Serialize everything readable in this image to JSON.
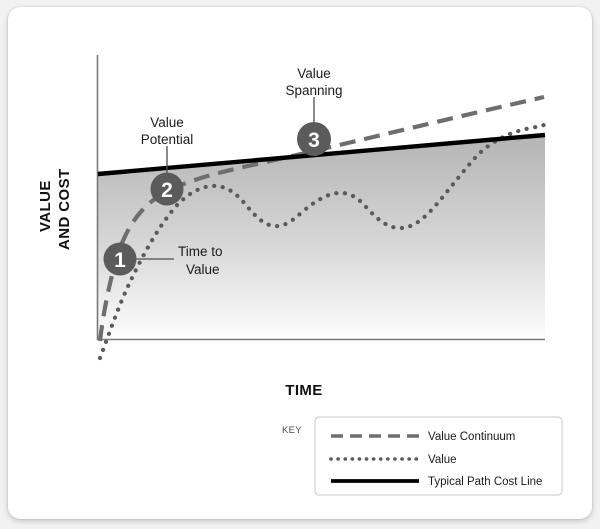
{
  "figure": {
    "axes": {
      "y_title_line1": "VALUE",
      "y_title_line2": "AND COST",
      "x_title": "TIME"
    },
    "callouts": [
      {
        "number": "1",
        "label_line1": "Time to",
        "label_line2": "Value"
      },
      {
        "number": "2",
        "label_line1": "Value",
        "label_line2": "Potential"
      },
      {
        "number": "3",
        "label_line1": "Value",
        "label_line2": "Spanning"
      }
    ],
    "legend": {
      "key_label": "KEY",
      "entries": [
        {
          "label": "Value Continuum",
          "style": "long-dashed",
          "color": "#6e6e6e"
        },
        {
          "label": "Value",
          "style": "dotted",
          "color": "#5a5a5a"
        },
        {
          "label": "Typical Path Cost Line",
          "style": "solid",
          "color": "#000000"
        }
      ]
    },
    "colors": {
      "card_background": "#ffffff",
      "page_background": "#f2f2f2",
      "axis": "#6a6a6a",
      "marker_circle": "#5b5b5b",
      "marker_text": "#ffffff",
      "value_continuum": "#6e6e6e",
      "value": "#5a5a5a",
      "cost_line": "#000000",
      "fill_top": "#b9b9b9",
      "fill_bottom": "#ffffff"
    }
  },
  "chart_data": {
    "type": "line",
    "title": "",
    "subtitle": "",
    "xlabel": "TIME",
    "ylabel": "VALUE AND COST",
    "xlim": [
      0,
      100
    ],
    "ylim": [
      0,
      100
    ],
    "grid": false,
    "legend_position": "bottom-right",
    "annotations": [
      {
        "id": "1",
        "text": "Time to Value",
        "x": 6,
        "y": 36,
        "note": "marker on Value Continuum where value begins to accrue"
      },
      {
        "id": "2",
        "text": "Value Potential",
        "x": 22,
        "y": 64,
        "note": "marker on Value Continuum upper bound"
      },
      {
        "id": "3",
        "text": "Value Spanning",
        "x": 50,
        "y": 91,
        "note": "marker on Value Continuum further along time"
      }
    ],
    "series": [
      {
        "name": "Value Continuum",
        "style": "long-dashed",
        "color": "#6e6e6e",
        "x": [
          0,
          4,
          8,
          13,
          18,
          24,
          30,
          38,
          46,
          55,
          64,
          73,
          82,
          91,
          100
        ],
        "y": [
          8,
          26,
          41,
          54,
          63,
          69,
          74,
          79,
          84,
          88,
          92,
          95,
          98,
          101,
          104
        ]
      },
      {
        "name": "Value",
        "style": "dotted",
        "color": "#5a5a5a",
        "x": [
          0,
          5,
          11,
          17,
          22,
          27,
          32,
          37,
          42,
          47,
          52,
          57,
          62,
          67,
          72,
          77,
          82,
          87,
          92,
          97,
          100
        ],
        "y": [
          -4,
          10,
          26,
          42,
          54,
          60,
          62,
          59,
          53,
          49,
          52,
          60,
          66,
          68,
          66,
          60,
          55,
          57,
          69,
          82,
          88
        ]
      },
      {
        "name": "Typical Path Cost Line",
        "style": "solid",
        "color": "#000000",
        "x": [
          0,
          100
        ],
        "y": [
          46,
          86
        ]
      }
    ],
    "area_fill": {
      "under_series": "Typical Path Cost Line",
      "gradient_top": "#b9b9b9",
      "gradient_bottom": "#ffffff"
    }
  }
}
